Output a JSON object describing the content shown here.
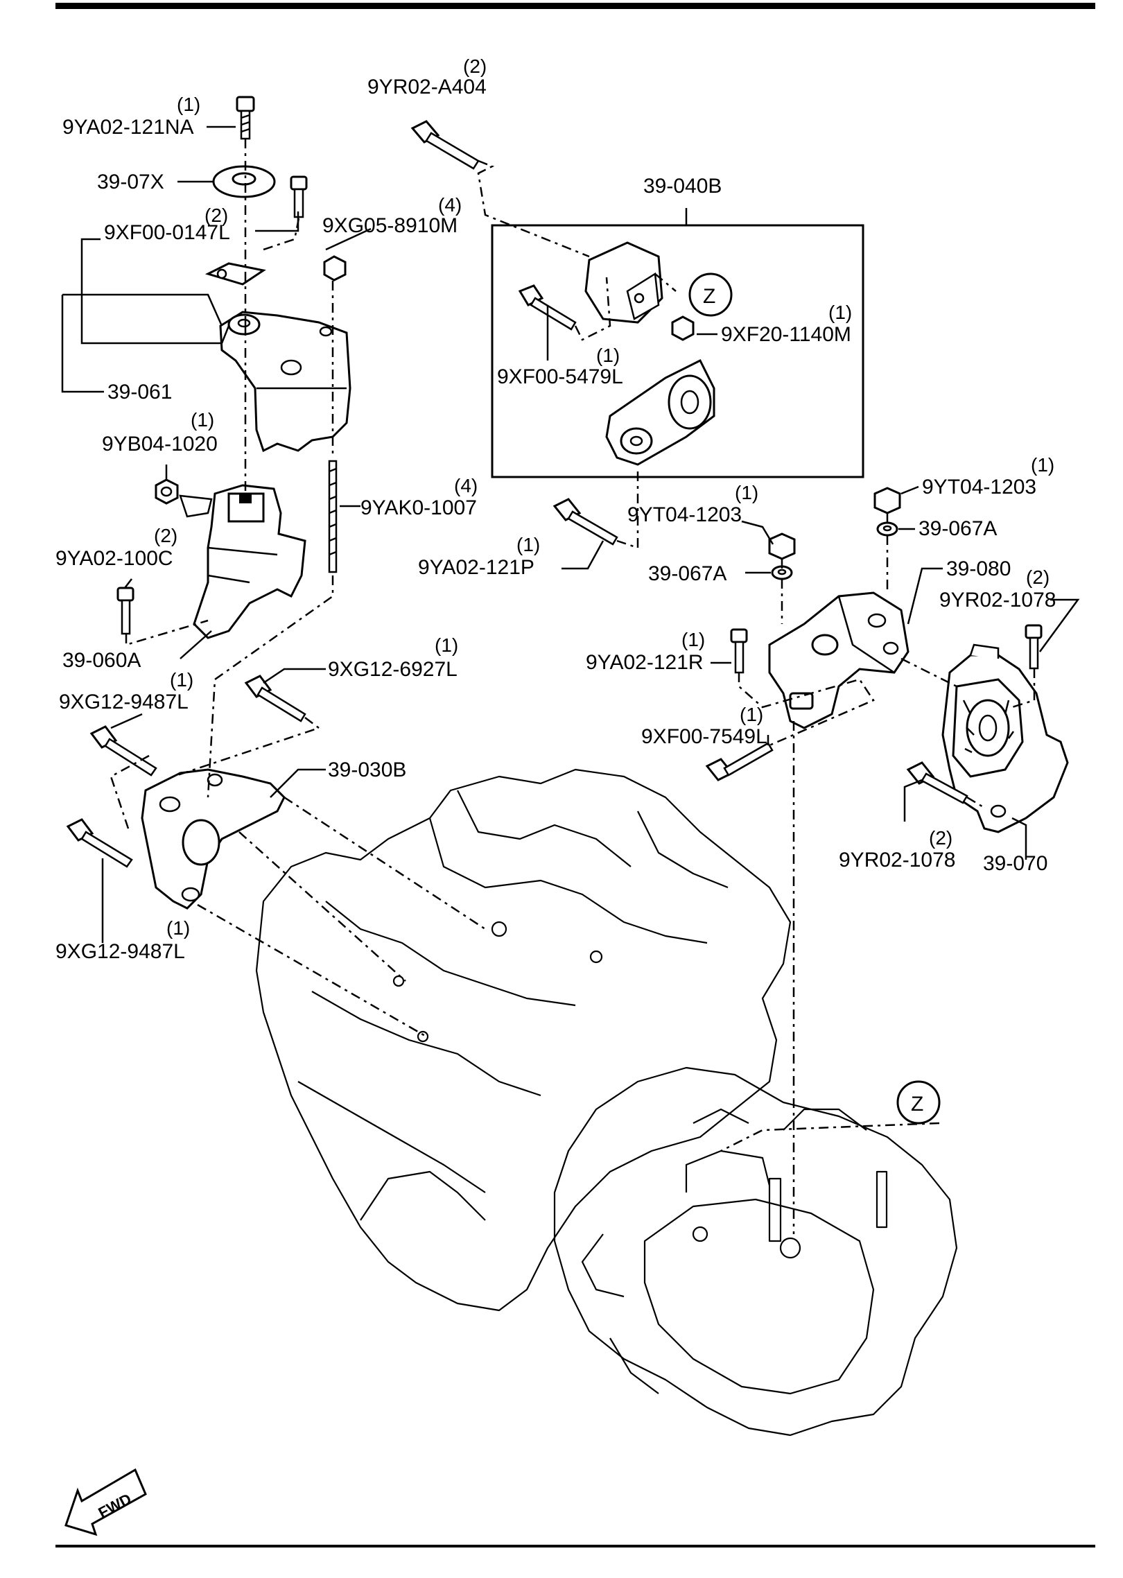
{
  "labels": {
    "l_9ya02_121na": "9YA02-121NA",
    "q_9ya02_121na": "(1)",
    "l_39_07x": "39-07X",
    "l_9xf00_0147l": "9XF00-0147L",
    "q_9xf00_0147l": "(2)",
    "l_9xg05_8910m": "9XG05-8910M",
    "l_39_061": "39-061",
    "l_9yb04_1020": "9YB04-1020",
    "q_9yb04_1020": "(1)",
    "l_9yak0_1007": "9YAK0-1007",
    "q_9yak0_1007": "(4)",
    "l_9ya02_100c": "9YA02-100C",
    "q_9ya02_100c": "(2)",
    "l_39_060a": "39-060A",
    "l_9xg12_6927l": "9XG12-6927L",
    "q_9xg12_6927l": "(1)",
    "l_9xg12_9487l_top": "9XG12-9487L",
    "q_9xg12_9487l_top": "(1)",
    "l_39_030b": "39-030B",
    "l_9xg12_9487l_bot": "9XG12-9487L",
    "q_9xg12_9487l_bot": "(1)",
    "l_9yr02_a404": "9YR02-A404",
    "q_9yr02_a404": "(2)",
    "l_39_040b": "39-040B",
    "q_box_4": "(4)",
    "l_z_box": "Z",
    "l_9xf20_1140m": "9XF20-1140M",
    "q_9xf20_1140m": "(1)",
    "l_9xf00_5479l": "9XF00-5479L",
    "q_9xf00_5479l": "(1)",
    "l_9ya02_121p": "9YA02-121P",
    "q_9ya02_121p": "(1)",
    "l_9yt04_1203_mid": "9YT04-1203",
    "q_9yt04_1203_mid": "(1)",
    "l_39_067a_mid": "39-067A",
    "l_9yt04_1203_right": "9YT04-1203",
    "q_9yt04_1203_right": "(1)",
    "l_39_067a_right": "39-067A",
    "l_39_080": "39-080",
    "l_9yr02_1078_top": "9YR02-1078",
    "q_9yr02_1078_top": "(2)",
    "l_9ya02_121r": "9YA02-121R",
    "q_9ya02_121r": "(1)",
    "l_9xf00_7549l": "9XF00-7549L",
    "q_9xf00_7549l": "(1)",
    "l_9yr02_1078_bot": "9YR02-1078",
    "q_9yr02_1078_bot": "(2)",
    "l_39_070": "39-070",
    "l_z_trans": "Z",
    "l_fwd": "FWD"
  }
}
